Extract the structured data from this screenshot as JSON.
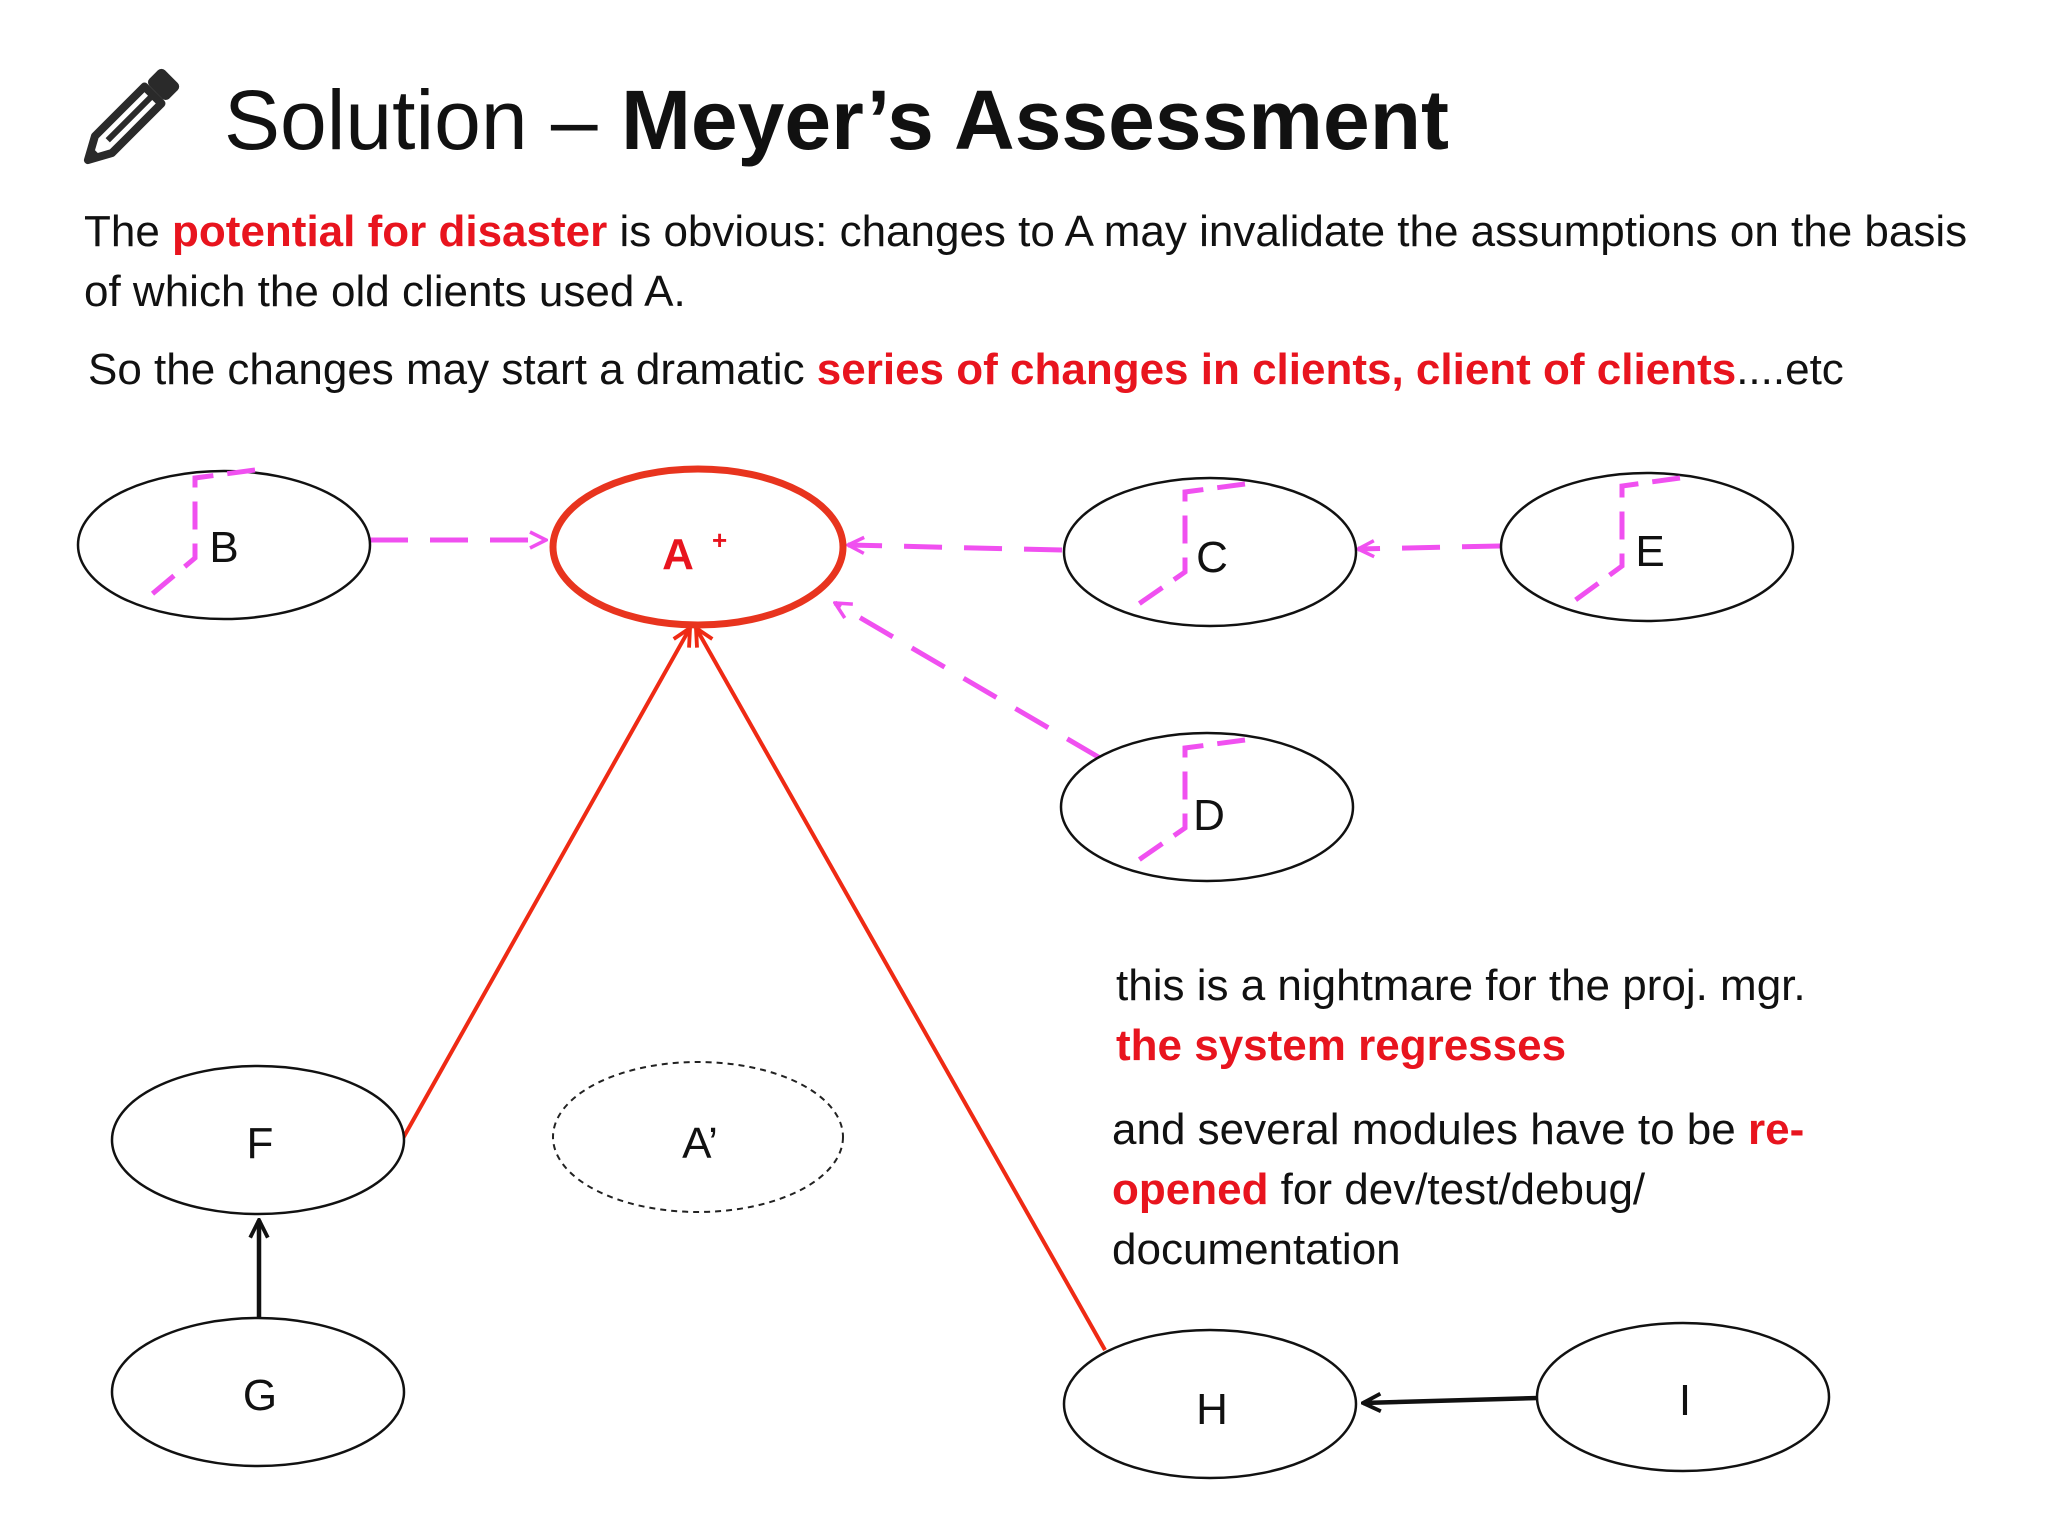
{
  "header": {
    "title_regular": "Solution – ",
    "title_bold": "Meyer’s Assessment",
    "icon": "pencil-icon"
  },
  "paragraph1": {
    "pre": "The ",
    "highlight": "potential for disaster",
    "post": " is obvious: changes to A may invalidate the assumptions on the basis of which the old clients used A."
  },
  "paragraph2": {
    "pre": "So the changes may start a dramatic ",
    "highlight": "series of changes in clients, client of clients",
    "post": "....etc"
  },
  "note1": {
    "line1": "this is a nightmare for the proj. mgr.",
    "highlight": "the system regresses"
  },
  "note2": {
    "pre": "and several modules have to be ",
    "highlight": "re-opened",
    "post": " for dev/test/debug/ documentation"
  },
  "nodes": {
    "A": {
      "label": "A",
      "sup": "+"
    },
    "Aprime": {
      "label": "A’"
    },
    "B": {
      "label": "B"
    },
    "C": {
      "label": "C"
    },
    "D": {
      "label": "D"
    },
    "E": {
      "label": "E"
    },
    "F": {
      "label": "F"
    },
    "G": {
      "label": "G"
    },
    "H": {
      "label": "H"
    },
    "I": {
      "label": "I"
    }
  },
  "colors": {
    "highlight": "#e8141e",
    "changed_node": "#e8341e",
    "dashed_dependency": "#f050f0",
    "solid_dependency": "#ef2a14",
    "plain_arrow": "#111111"
  }
}
